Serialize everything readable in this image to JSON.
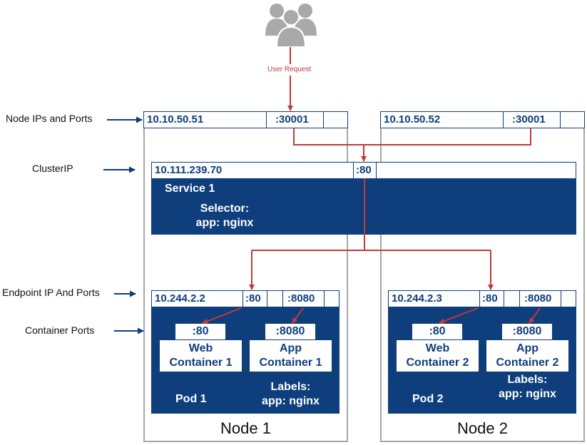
{
  "user": {
    "request_label": "User Request"
  },
  "side_labels": {
    "node_ips": "Node IPs and Ports",
    "cluster_ip": "ClusterIP",
    "endpoint": "Endpoint IP And Ports",
    "container_ports": "Container Ports"
  },
  "nodes": [
    {
      "ip": "10.10.50.51",
      "port": ":30001",
      "name": "Node 1"
    },
    {
      "ip": "10.10.50.52",
      "port": ":30001",
      "name": "Node 2"
    }
  ],
  "service": {
    "cluster_ip": "10.111.239.70",
    "port": ":80",
    "name": "Service 1",
    "selector_title": "Selector:",
    "selector_value": "app: nginx"
  },
  "pods": [
    {
      "ip": "10.244.2.2",
      "port1": ":80",
      "port2": ":8080",
      "name": "Pod 1",
      "web_port": ":80",
      "web_line1": "Web",
      "web_line2": "Container 1",
      "app_port": ":8080",
      "app_line1": "App",
      "app_line2": "Container 1",
      "labels_title": "Labels:",
      "labels_value": "app: nginx"
    },
    {
      "ip": "10.244.2.3",
      "port1": ":80",
      "port2": ":8080",
      "name": "Pod 2",
      "web_port": ":80",
      "web_line1": "Web",
      "web_line2": "Container 2",
      "app_port": ":8080",
      "app_line1": "App",
      "app_line2": "Container 2",
      "labels_title": "Labels:",
      "labels_value": "app: nginx"
    }
  ],
  "colors": {
    "blue": "#0e3e7c",
    "red": "#c23a3a",
    "gray_border": "#a6a6a6",
    "icon_gray": "#a9a9a9"
  }
}
